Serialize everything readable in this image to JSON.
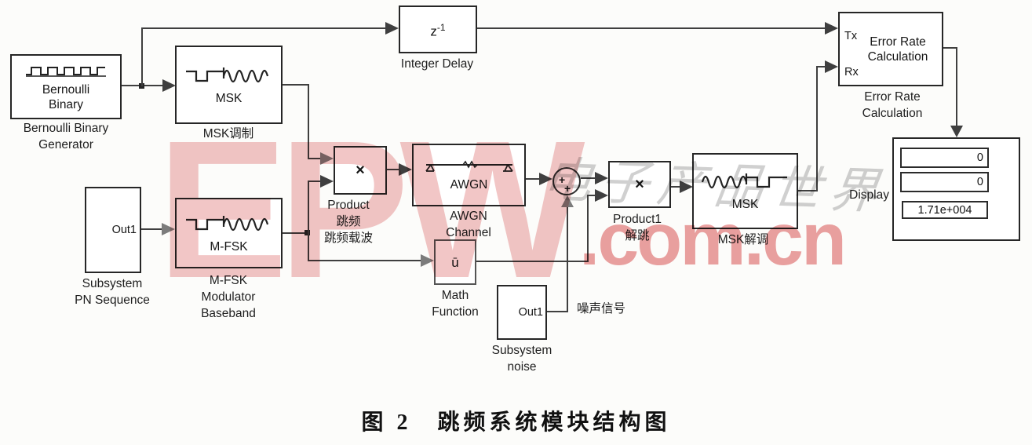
{
  "caption": "图 2　跳频系统模块结构图",
  "watermark": {
    "letters": "EPW",
    "domain": ".com.cn",
    "chinese": "电子产品世界"
  },
  "blocks": {
    "bernoulli": {
      "line1": "Bernoulli",
      "line2": "Binary",
      "label1": "Bernoulli Binary",
      "label2": "Generator"
    },
    "msk_mod": {
      "text": "MSK",
      "label": "MSK调制"
    },
    "integer_delay": {
      "base": "z",
      "exp": "-1",
      "label": "Integer Delay"
    },
    "subsystem_pn": {
      "port": "Out1",
      "label1": "Subsystem",
      "label2": "PN Sequence"
    },
    "mfsk": {
      "text": "M-FSK",
      "label1": "M-FSK",
      "label2": "Modulator",
      "label3": "Baseband"
    },
    "product": {
      "symbol": "×",
      "label1": "Product",
      "label2": "跳频",
      "label3": "跳频载波"
    },
    "awgn": {
      "text": "AWGN",
      "label1": "AWGN",
      "label2": "Channel"
    },
    "sum": {
      "sign1": "+",
      "sign2": "+"
    },
    "math": {
      "symbol": "ū",
      "label1": "Math",
      "label2": "Function"
    },
    "subsystem_noise": {
      "port": "Out1",
      "label1": "Subsystem",
      "label2": "noise"
    },
    "noise_note": "噪声信号",
    "product1": {
      "symbol": "×",
      "label1": "Product1",
      "label2": "解跳"
    },
    "msk_demod": {
      "text": "MSK",
      "label": "MSK解调"
    },
    "error_rate": {
      "port_tx": "Tx",
      "port_rx": "Rx",
      "line1": "Error Rate",
      "line2": "Calculation",
      "label1": "Error Rate",
      "label2": "Calculation"
    },
    "display": {
      "label": "Display",
      "values": [
        "0",
        "0",
        "1.71e+004"
      ]
    }
  }
}
